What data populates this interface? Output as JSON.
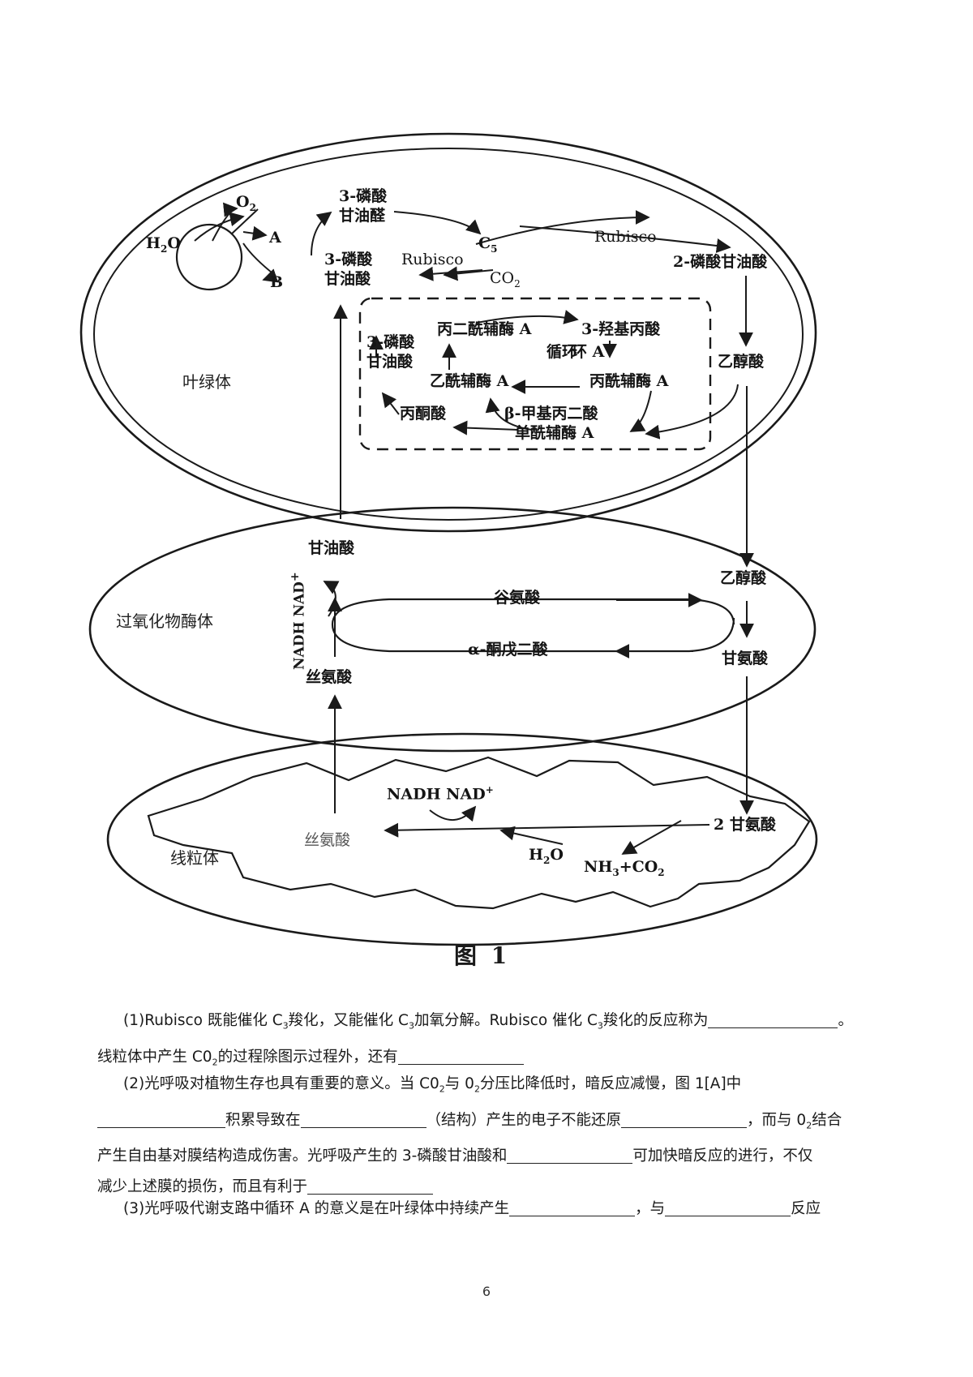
{
  "organelles": {
    "chloroplast": "叶绿体",
    "peroxisome": "过氧化物酶体",
    "mitochondrion": "线粒体"
  },
  "chloroplast_labels": {
    "o2": "O",
    "o2_sub": "2",
    "h2o": "H",
    "h2o_sub": "2",
    "h2o_tail": "O",
    "a": "A",
    "b": "B",
    "g3p_line1": "3-磷酸",
    "g3p_line2": "甘油醛",
    "c5": "C",
    "c5_sub": "5",
    "rubisco_top": "Rubisco",
    "pga_line1": "3-磷酸",
    "pga_line2": "甘油酸",
    "rubisco_mid": "Rubisco",
    "co2": "CO",
    "co2_sub": "2",
    "pg2": "2-磷酸甘油酸",
    "glycolate": "乙醇酸"
  },
  "cycle_box": {
    "malonyl_coa": "丙二酰辅酶 A",
    "hydroxypropionate": "3-羟基丙酸",
    "pga_line1": "3-磷酸",
    "pga_line2": "甘油酸",
    "cycle_line1": "循环",
    "cycle_line2": "环 A",
    "acetyl_coa": "乙酰辅酶 A",
    "propionyl_coa": "丙酰辅酶 A",
    "pyruvate": "丙酮酸",
    "methylmalonyl_line1": "β-甲基丙二酸",
    "methylmalonyl_line2": "单酰辅酶 A"
  },
  "peroxisome_labels": {
    "glycerate": "甘油酸",
    "nad_pair": "NADH NAD",
    "nad_plus": "+",
    "glutamate": "谷氨酸",
    "glycolate": "乙醇酸",
    "ketoglutarate": "α-酮戊二酸",
    "glycine": "甘氨酸",
    "serine": "丝氨酸"
  },
  "mitochondrion_labels": {
    "nadh": "NADH NAD",
    "nad_plus": "+",
    "serine": "丝氨酸",
    "two_glycine": "2 甘氨酸",
    "h2o": "H",
    "h2o_sub": "2",
    "h2o_tail": "O",
    "nh3": "NH",
    "nh3_sub": "3",
    "plus_co2": "+CO",
    "co2_sub": "2"
  },
  "figure_caption": "图 1",
  "questions": {
    "q1_a": "(1)Rubisco 既能催化 C",
    "q1_sub1": "3",
    "q1_b": "羧化，又能催化 C",
    "q1_sub2": "3",
    "q1_c": "加氧分解。Rubisco 催化 C",
    "q1_sub3": "3",
    "q1_d": "羧化的反应称为",
    "q1_e": "。",
    "q1_f": "线粒体中产生 C0",
    "q1_sub4": "2",
    "q1_g": "的过程除图示过程外，还有",
    "q2_a": "(2)光呼吸对植物生存也具有重要的意义。当 C0",
    "q2_sub1": "2",
    "q2_b": "与 0",
    "q2_sub2": "2",
    "q2_c": "分压比降低时，暗反应减慢，图 1[A]中",
    "q2_d": "积累导致在",
    "q2_e": "（结构）产生的电子不能还原",
    "q2_f": "，而与 0",
    "q2_sub3": "2",
    "q2_g": "结合",
    "q2_h": "产生自由基对膜结构造成伤害。光呼吸产生的 3-磷酸甘油酸和",
    "q2_i": "可加快暗反应的进行，不仅",
    "q2_j": "减少上述膜的损伤，而且有利于",
    "q3_a": "(3)光呼吸代谢支路中循环 A 的意义是在叶绿体中持续产生",
    "q3_b": "，与",
    "q3_c": "反应"
  },
  "page_number": "6"
}
